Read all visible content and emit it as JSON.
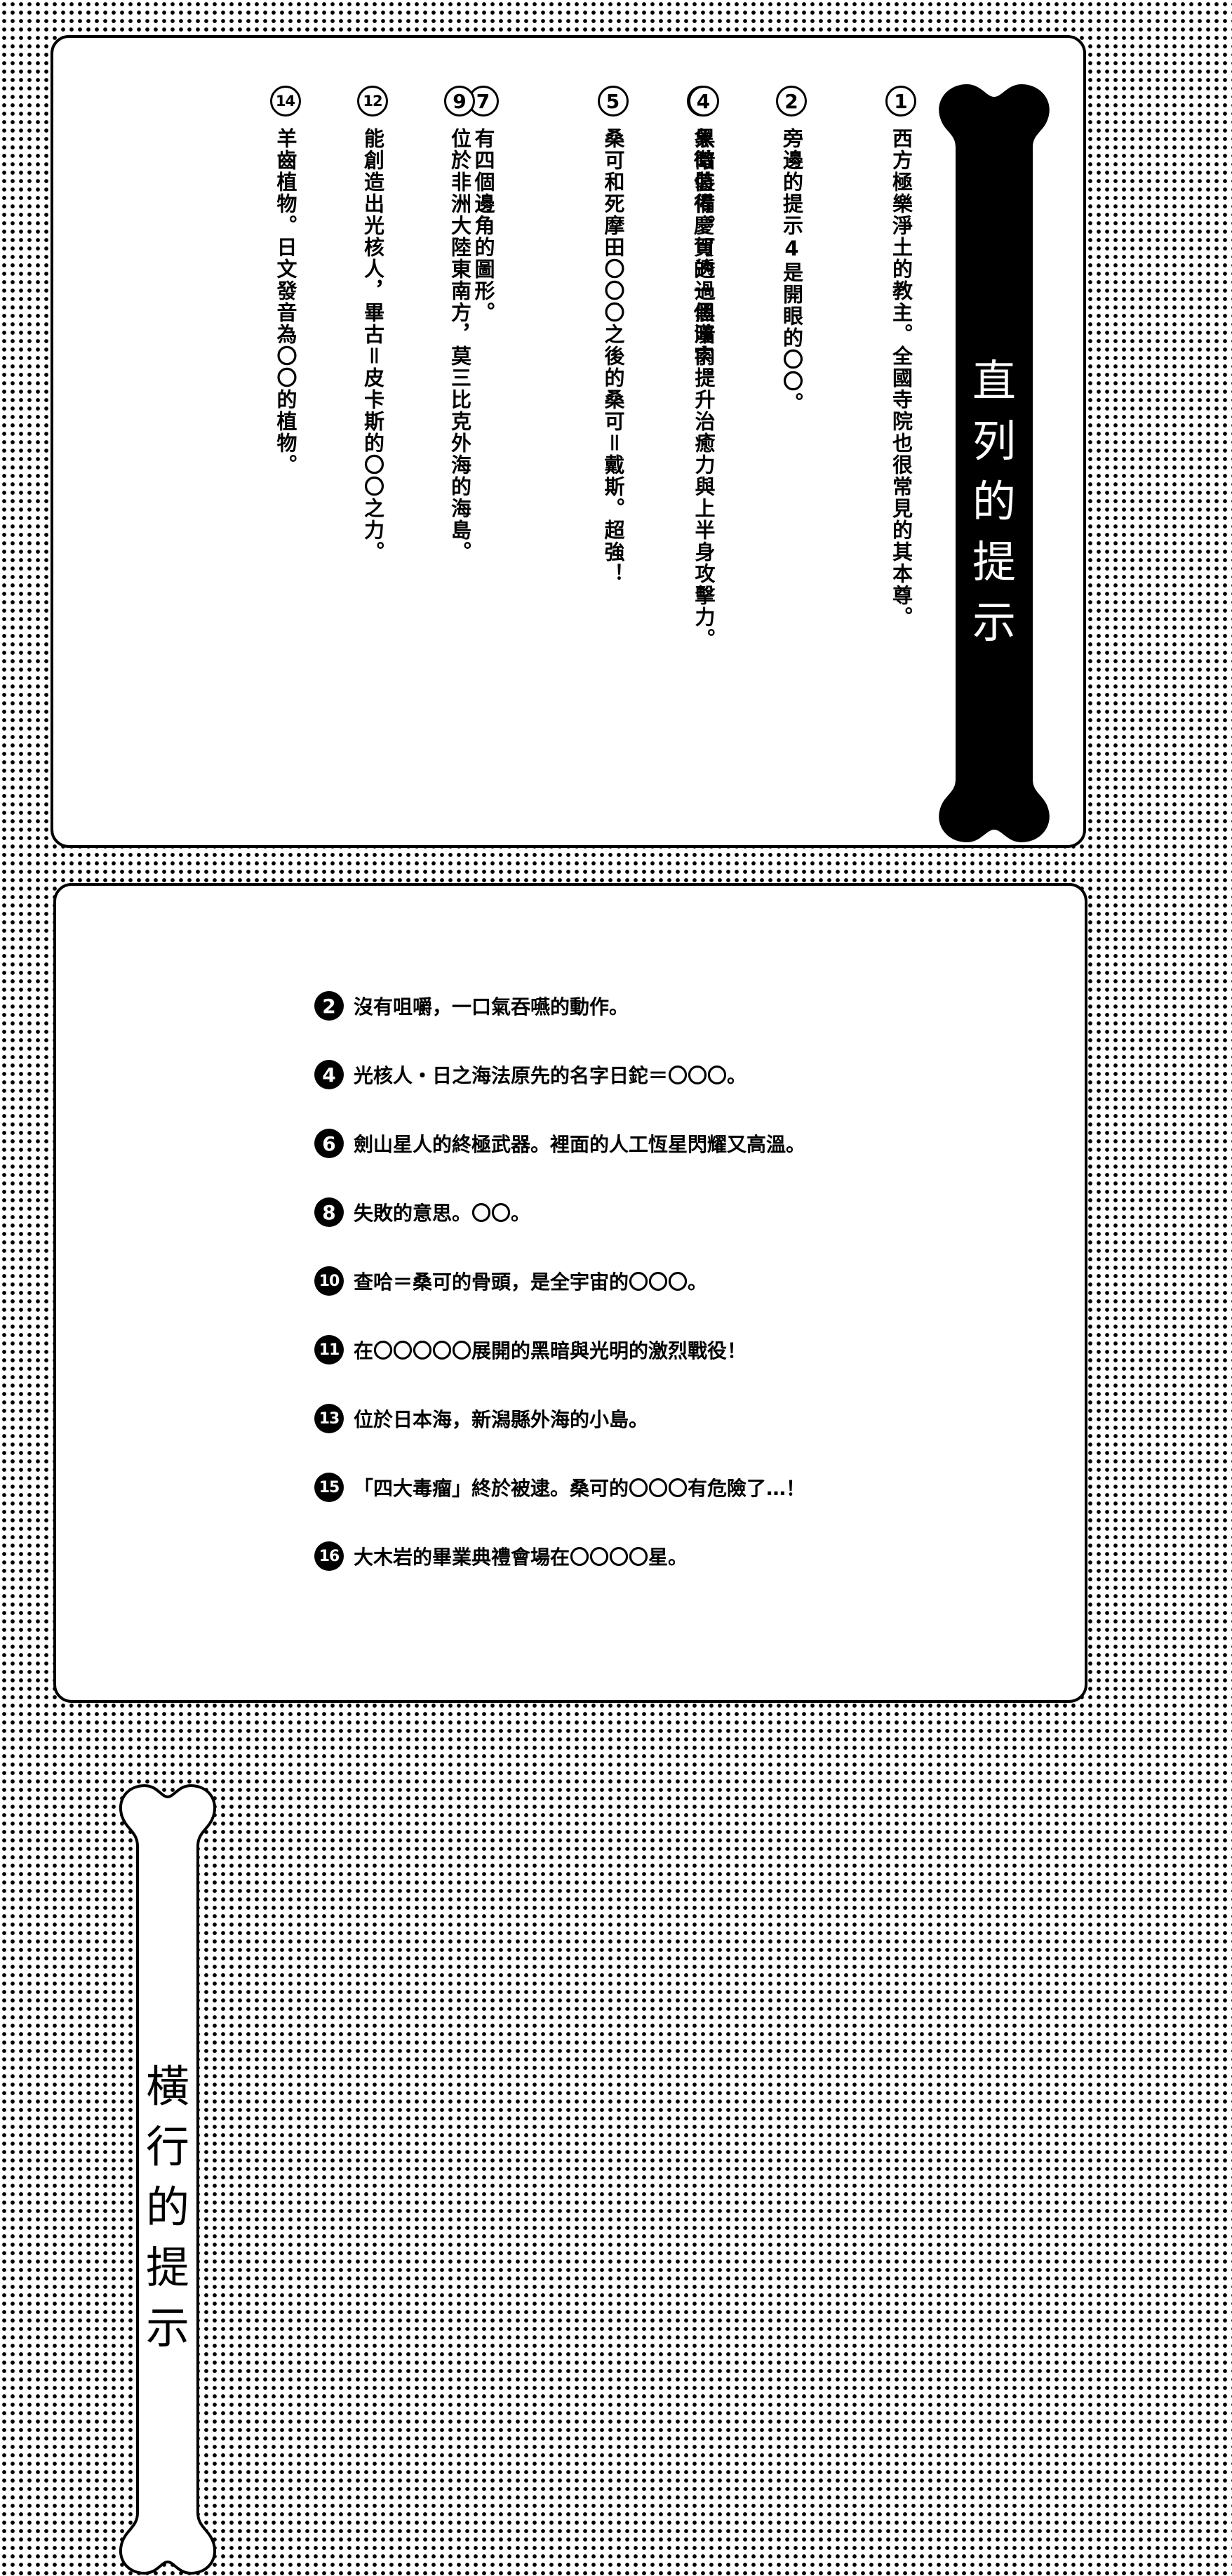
{
  "vertical_section": {
    "title_chars": [
      "直",
      "列",
      "的",
      "提",
      "示"
    ],
    "clues": [
      {
        "num": "1",
        "text": "西方極樂淨土的教主。全國寺院也很常見的其本尊。"
      },
      {
        "num": "2",
        "text": "旁邊的提示4是開眼的〇〇。"
      },
      {
        "num": "3",
        "text": "象徵值得慶賀的一個漢字。"
      },
      {
        "num": "4",
        "text": "黑暗裝備。可透過黑暗肉提升治癒力與上半身攻擊力。"
      },
      {
        "num": "5",
        "text": "桑可和死摩田〇〇〇之後的桑可＝戴斯。超強！"
      },
      {
        "num": "7",
        "text": "有四個邊角的圖形。"
      },
      {
        "num": "9",
        "text": "位於非洲大陸東南方，莫三比克外海的海島。"
      },
      {
        "num": "12",
        "text": "能創造出光核人，畢古＝皮卡斯的〇〇之力。"
      },
      {
        "num": "14",
        "text": "羊齒植物。日文發音為〇〇的植物。"
      }
    ]
  },
  "horizontal_section": {
    "title_chars": [
      "橫",
      "行",
      "的",
      "提",
      "示"
    ],
    "clues": [
      {
        "num": "2",
        "text": "沒有咀嚼，一口氣吞嚥的動作。"
      },
      {
        "num": "4",
        "text": "光核人・日之海法原先的名字日鉈＝〇〇〇。"
      },
      {
        "num": "6",
        "text": "劍山星人的終極武器。裡面的人工恆星閃耀又高溫。"
      },
      {
        "num": "8",
        "text": "失敗的意思。〇〇。"
      },
      {
        "num": "10",
        "text": "查哈＝桑可的骨頭，是全宇宙的〇〇〇。"
      },
      {
        "num": "11",
        "text": "在〇〇〇〇〇展開的黑暗與光明的激烈戰役！"
      },
      {
        "num": "13",
        "text": "位於日本海，新潟縣外海的小島。"
      },
      {
        "num": "15",
        "text": "「四大毒瘤」終於被逮。桑可的〇〇〇有危險了…！"
      },
      {
        "num": "16",
        "text": "大木岩的畢業典禮會場在〇〇〇〇星。"
      }
    ]
  }
}
